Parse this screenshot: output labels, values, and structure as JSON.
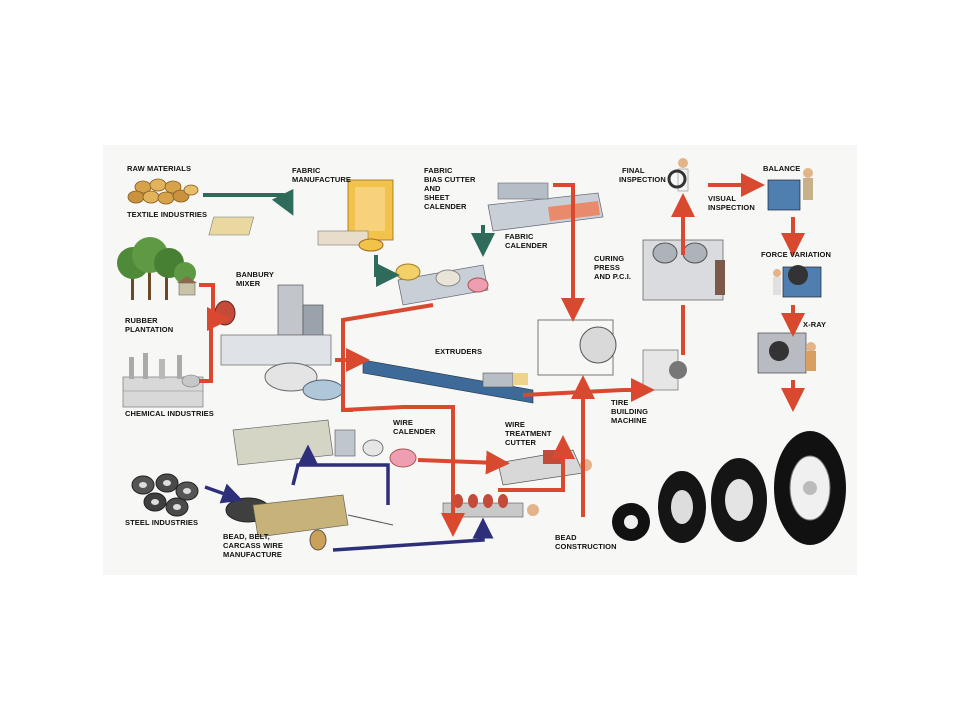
{
  "labels": {
    "raw_materials": "RAW MATERIALS",
    "textile_industries": "TEXTILE INDUSTRIES",
    "fabric_manufacture_1": "FABRIC",
    "fabric_manufacture_2": "MANUFACTURE",
    "fabric_bias_1": "FABRIC",
    "fabric_bias_2": "BIAS CUTTER",
    "fabric_bias_3": "AND",
    "fabric_bias_4": "SHEET",
    "fabric_bias_5": "CALENDER",
    "final_inspection_1": "FINAL",
    "final_inspection_2": "INSPECTION",
    "balance": "BALANCE",
    "visual_inspection_1": "VISUAL",
    "visual_inspection_2": "INSPECTION",
    "banbury_1": "BANBURY",
    "banbury_2": "MIXER",
    "fabric_calender_1": "FABRIC",
    "fabric_calender_2": "CALENDER",
    "curing_1": "CURING",
    "curing_2": "PRESS",
    "curing_3": "AND P.C.I.",
    "force_variation": "FORCE VARIATION",
    "rubber_1": "RUBBER",
    "rubber_2": "PLANTATION",
    "extruders": "EXTRUDERS",
    "xray": "X-RAY",
    "chemical": "CHEMICAL INDUSTRIES",
    "tire_building_1": "TIRE",
    "tire_building_2": "BUILDING",
    "tire_building_3": "MACHINE",
    "wire_calender_1": "WIRE",
    "wire_calender_2": "CALENDER",
    "wire_treatment_1": "WIRE",
    "wire_treatment_2": "TREATMENT",
    "wire_treatment_3": "CUTTER",
    "steel": "STEEL INDUSTRIES",
    "bead_belt_1": "BEAD, BELT,",
    "bead_belt_2": "CARCASS WIRE",
    "bead_belt_3": "MANUFACTURE",
    "bead_construction_1": "BEAD",
    "bead_construction_2": "CONSTRUCTION"
  },
  "colors": {
    "red_flow": "#d9492f",
    "green_flow": "#2f6b5a",
    "navy_flow": "#2d2f7a",
    "background": "#f7f7f5"
  }
}
